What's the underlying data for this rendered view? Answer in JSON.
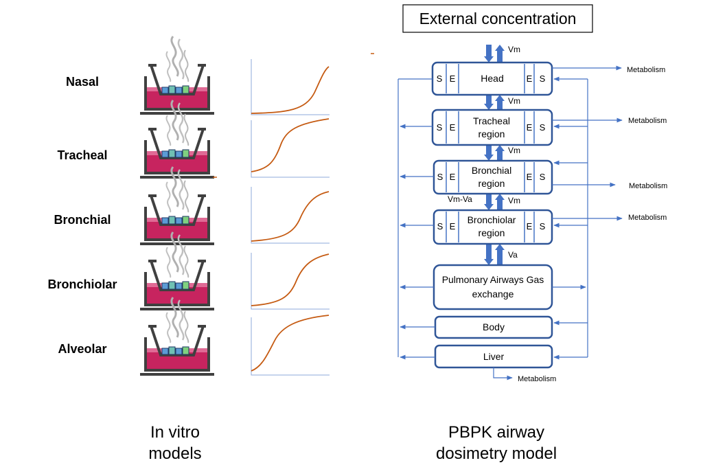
{
  "left_panel": {
    "rows": [
      {
        "label": "Nasal"
      },
      {
        "label": "Tracheal"
      },
      {
        "label": "Bronchial"
      },
      {
        "label": "Bronchiolar"
      },
      {
        "label": "Alveolar"
      }
    ],
    "caption_line1": "In vitro",
    "caption_line2": "models"
  },
  "right_panel": {
    "header": "External concentration",
    "compartments": [
      {
        "name": "Head",
        "left1": "S",
        "left2": "E",
        "right1": "E",
        "right2": "S"
      },
      {
        "name": "Tracheal region",
        "left1": "S",
        "left2": "E",
        "right1": "E",
        "right2": "S"
      },
      {
        "name": "Bronchial region",
        "left1": "S",
        "left2": "E",
        "right1": "E",
        "right2": "S"
      },
      {
        "name": "Bronchiolar region",
        "left1": "S",
        "left2": "E",
        "right1": "E",
        "right2": "S"
      },
      {
        "name": "Pulmonary Airways Gas exchange"
      },
      {
        "name": "Body"
      },
      {
        "name": "Liver"
      }
    ],
    "flows": {
      "ext_head": "Vm",
      "head_trach": "Vm",
      "trach_bronch": "Vm",
      "bronch_bronchiolar": "Vm",
      "bronch_bronchiolar_left": "Vm-Va",
      "bronchiolar_pulmonary": "Va"
    },
    "metabolism_labels": [
      "Metabolism",
      "Metabolism",
      "Metabolism",
      "Metabolism",
      "Metabolism"
    ],
    "caption_line1": "PBPK airway",
    "caption_line2": "dosimetry model"
  },
  "colors": {
    "blue": "#4472c4",
    "box_stroke": "#2f5597",
    "curve": "#c55a11",
    "liquid": "#c7245f",
    "smoke": "#a6a6a6",
    "insert": "#404040"
  }
}
